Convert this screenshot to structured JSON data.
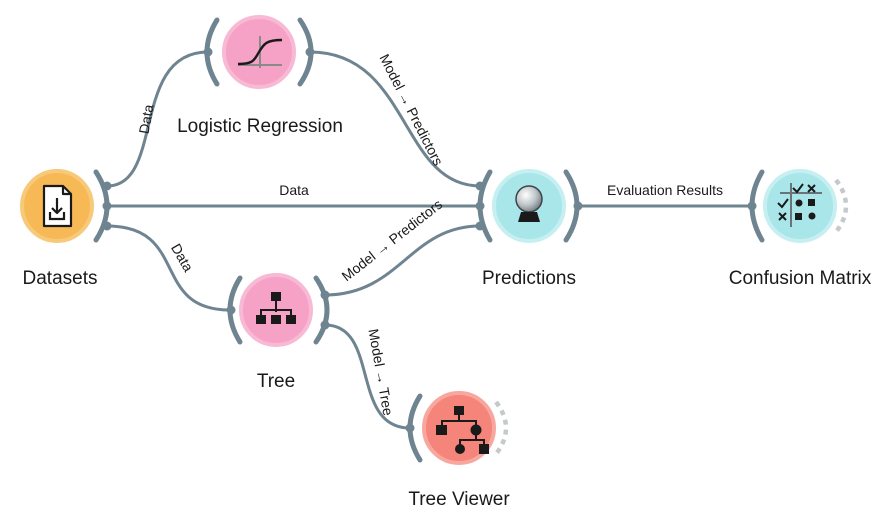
{
  "colors": {
    "link": "#6f8491",
    "orange_node": "#f7b955",
    "orange_stroke": "#f7c97a",
    "pink_node": "#f5a2c6",
    "pink_stroke": "#f7b9d4",
    "cyan_node": "#a9e6ea",
    "cyan_stroke": "#c5eff1",
    "salmon_node": "#f5847a",
    "salmon_stroke": "#f8a79f"
  },
  "nodes": [
    {
      "id": "datasets",
      "label": "Datasets",
      "icon": "file-download-icon",
      "color": "orange"
    },
    {
      "id": "logistic",
      "label": "Logistic Regression",
      "icon": "sigmoid-curve-icon",
      "color": "pink"
    },
    {
      "id": "tree",
      "label": "Tree",
      "icon": "tree-hierarchy-icon",
      "color": "pink"
    },
    {
      "id": "predictions",
      "label": "Predictions",
      "icon": "crystal-ball-icon",
      "color": "cyan"
    },
    {
      "id": "confusion",
      "label": "Confusion Matrix",
      "icon": "confusion-matrix-icon",
      "color": "cyan"
    },
    {
      "id": "treeviewer",
      "label": "Tree Viewer",
      "icon": "tree-viewer-icon",
      "color": "salmon"
    }
  ],
  "links": [
    {
      "id": "datasets-logistic",
      "label": "Data"
    },
    {
      "id": "datasets-predictions",
      "label": "Data"
    },
    {
      "id": "datasets-tree",
      "label": "Data"
    },
    {
      "id": "logistic-predictions",
      "label": "Model → Predictors"
    },
    {
      "id": "tree-predictions",
      "label": "Model → Predictors"
    },
    {
      "id": "predictions-confusion",
      "label": "Evaluation Results"
    },
    {
      "id": "tree-treeviewer",
      "label": "Model → Tree"
    }
  ]
}
